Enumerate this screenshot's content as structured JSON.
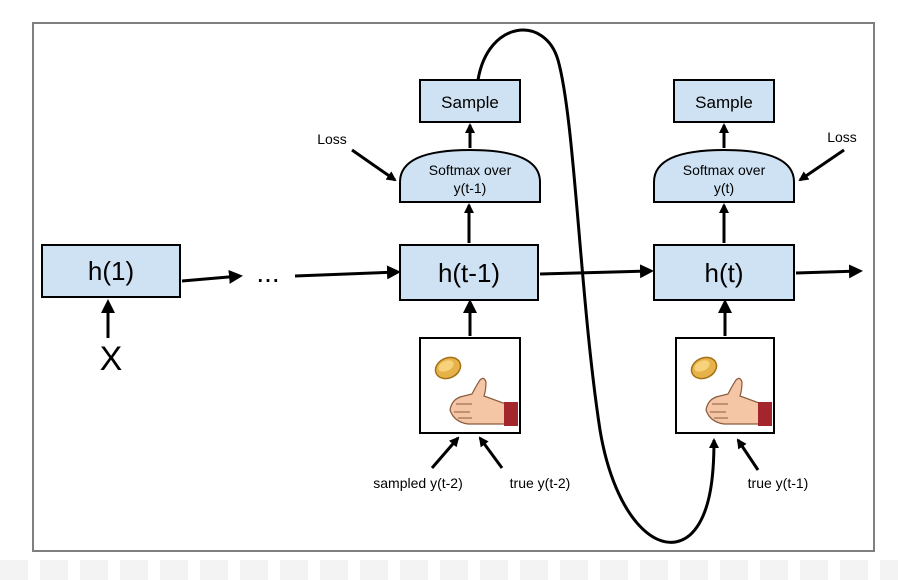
{
  "nodes": {
    "h1": "h(1)",
    "ht1": "h(t-1)",
    "ht": "h(t)",
    "ellipsis": "...",
    "x": "X"
  },
  "softmax": {
    "left": {
      "line1": "Softmax over",
      "line2": "y(t-1)"
    },
    "right": {
      "line1": "Softmax over",
      "line2": "y(t)"
    }
  },
  "sample": {
    "left": "Sample",
    "right": "Sample"
  },
  "loss": {
    "left": "Loss",
    "right": "Loss"
  },
  "inputs": {
    "sampled_left": "sampled y(t-2)",
    "true_left": "true y(t-2)",
    "true_right": "true y(t-1)"
  },
  "colors": {
    "node_fill": "#cfe2f3",
    "frame": "#7f7f7f",
    "coin": "#e8b24a",
    "hand": "#f5c6a5",
    "sleeve": "#a2262b"
  },
  "icons": [
    "coin-flip-icon",
    "coin-flip-icon"
  ]
}
